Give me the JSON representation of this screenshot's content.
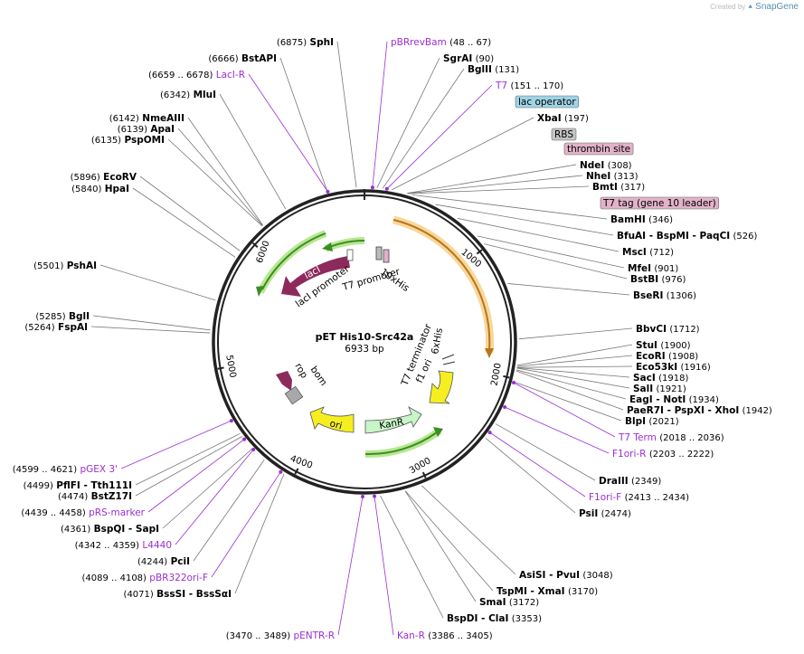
{
  "app": {
    "credit_prefix": "Created by",
    "credit_brand": "SnapGene",
    "credit_icon": "snapgene-logo-icon"
  },
  "plasmid": {
    "name": "pET His10-Src42a",
    "size_label": "6933 bp",
    "total_bp": 6933,
    "ticks": [
      "1000",
      "2000",
      "3000",
      "4000",
      "5000",
      "6000"
    ]
  },
  "colors": {
    "backbone": "#222222",
    "lacI": "#8d2a5c",
    "green_arrow": "#3c8c28",
    "green_glow": "#b8e890",
    "orange_arc": "#b8761c",
    "orange_glow": "#f8d79a",
    "yellow": "#f5ef1f",
    "kanR": "#c8f5c8",
    "rop": "#8d2a5c",
    "bom": "#a9a9a9",
    "primer": "#9a2fd0",
    "feature_box_blue": "#9fd4e6",
    "feature_box_gray": "#c4c4c4",
    "feature_box_pink": "#e2b3c8"
  },
  "features": {
    "lacI": "lacI",
    "lacI_promoter": "lacI promoter",
    "t7_promoter": "T7 promoter",
    "his10": "10xHis",
    "t7_terminator": "T7 terminator",
    "his6": "6xHis",
    "f1_ori": "f1 ori",
    "kanR": "KanR",
    "ori": "ori",
    "rop": "rop",
    "bom": "bom"
  },
  "labels": [
    {
      "pos": "(6875)",
      "name": "SphI",
      "kind": "enzyme"
    },
    {
      "pos": "(6666)",
      "name": "BstAPI",
      "kind": "enzyme"
    },
    {
      "pos": "(6659 .. 6678)",
      "name": "LacI-R",
      "kind": "primer"
    },
    {
      "pos": "(6342)",
      "name": "MluI",
      "kind": "enzyme"
    },
    {
      "pos": "(6142)",
      "name": "NmeAIII",
      "kind": "enzyme"
    },
    {
      "pos": "(6139)",
      "name": "ApaI",
      "kind": "enzyme"
    },
    {
      "pos": "(6135)",
      "name": "PspOMI",
      "kind": "enzyme"
    },
    {
      "pos": "(5896)",
      "name": "EcoRV",
      "kind": "enzyme"
    },
    {
      "pos": "(5840)",
      "name": "HpaI",
      "kind": "enzyme"
    },
    {
      "pos": "(5501)",
      "name": "PshAI",
      "kind": "enzyme"
    },
    {
      "pos": "(5285)",
      "name": "BglI",
      "kind": "enzyme"
    },
    {
      "pos": "(5264)",
      "name": "FspAI",
      "kind": "enzyme"
    },
    {
      "pos": "(4599 .. 4621)",
      "name": "pGEX 3'",
      "kind": "primer"
    },
    {
      "pos": "(4499)",
      "name": "PflFI",
      "extra": "- Tth111I",
      "kind": "enzyme"
    },
    {
      "pos": "(4474)",
      "name": "BstZ17I",
      "kind": "enzyme"
    },
    {
      "pos": "(4439 .. 4458)",
      "name": "pRS-marker",
      "kind": "primer"
    },
    {
      "pos": "(4361)",
      "name": "BspQI",
      "extra": "- SapI",
      "kind": "enzyme"
    },
    {
      "pos": "(4342 .. 4359)",
      "name": "L4440",
      "kind": "primer"
    },
    {
      "pos": "(4244)",
      "name": "PciI",
      "kind": "enzyme"
    },
    {
      "pos": "(4089 .. 4108)",
      "name": "pBR322ori-F",
      "kind": "primer"
    },
    {
      "pos": "(4071)",
      "name": "BssSI",
      "extra": "- BssSαI",
      "kind": "enzyme"
    },
    {
      "pos": "(3470 .. 3489)",
      "name": "pENTR-R",
      "kind": "primer"
    },
    {
      "pos": "(48 .. 67)",
      "name": "pBRrevBam",
      "kind": "primer"
    },
    {
      "pos": "(90)",
      "name": "SgrAI",
      "kind": "enzyme"
    },
    {
      "pos": "(131)",
      "name": "BglII",
      "kind": "enzyme"
    },
    {
      "pos": "(151 .. 170)",
      "name": "T7",
      "kind": "primer"
    },
    {
      "name": "lac operator",
      "kind": "box_blue"
    },
    {
      "pos": "(197)",
      "name": "XbaI",
      "kind": "enzyme"
    },
    {
      "name": "RBS",
      "kind": "box_gray"
    },
    {
      "name": "thrombin site",
      "kind": "box_pink"
    },
    {
      "pos": "(308)",
      "name": "NdeI",
      "kind": "enzyme"
    },
    {
      "pos": "(313)",
      "name": "NheI",
      "kind": "enzyme"
    },
    {
      "pos": "(317)",
      "name": "BmtI",
      "kind": "enzyme"
    },
    {
      "name": "T7 tag (gene 10 leader)",
      "kind": "box_pink"
    },
    {
      "pos": "(346)",
      "name": "BamHI",
      "kind": "enzyme"
    },
    {
      "pos": "(526)",
      "name": "BfuAI",
      "extra": "- BspMI - PaqCI",
      "kind": "enzyme"
    },
    {
      "pos": "(712)",
      "name": "MscI",
      "kind": "enzyme"
    },
    {
      "pos": "(901)",
      "name": "MfeI",
      "kind": "enzyme"
    },
    {
      "pos": "(976)",
      "name": "BstBI",
      "kind": "enzyme"
    },
    {
      "pos": "(1306)",
      "name": "BseRI",
      "kind": "enzyme"
    },
    {
      "pos": "(1712)",
      "name": "BbvCI",
      "kind": "enzyme"
    },
    {
      "pos": "(1900)",
      "name": "StuI",
      "kind": "enzyme"
    },
    {
      "pos": "(1908)",
      "name": "EcoRI",
      "kind": "enzyme"
    },
    {
      "pos": "(1916)",
      "name": "Eco53kI",
      "kind": "enzyme"
    },
    {
      "pos": "(1918)",
      "name": "SacI",
      "kind": "enzyme"
    },
    {
      "pos": "(1921)",
      "name": "SalI",
      "kind": "enzyme"
    },
    {
      "pos": "(1934)",
      "name": "EagI",
      "extra": "- NotI",
      "kind": "enzyme"
    },
    {
      "pos": "(1942)",
      "name": "PaeR7I",
      "extra": "- PspXI - XhoI",
      "kind": "enzyme"
    },
    {
      "pos": "(2021)",
      "name": "BlpI",
      "kind": "enzyme"
    },
    {
      "pos": "(2018 .. 2036)",
      "name": "T7 Term",
      "kind": "primer"
    },
    {
      "pos": "(2203 .. 2222)",
      "name": "F1ori-R",
      "kind": "primer"
    },
    {
      "pos": "(2349)",
      "name": "DraIII",
      "kind": "enzyme"
    },
    {
      "pos": "(2413 .. 2434)",
      "name": "F1ori-F",
      "kind": "primer"
    },
    {
      "pos": "(2474)",
      "name": "PsiI",
      "kind": "enzyme"
    },
    {
      "pos": "(3048)",
      "name": "AsiSI",
      "extra": "- PvuI",
      "kind": "enzyme"
    },
    {
      "pos": "(3170)",
      "name": "TspMI",
      "extra": "- XmaI",
      "kind": "enzyme"
    },
    {
      "pos": "(3172)",
      "name": "SmaI",
      "kind": "enzyme"
    },
    {
      "pos": "(3353)",
      "name": "BspDI",
      "extra": "- ClaI",
      "kind": "enzyme"
    },
    {
      "pos": "(3386 .. 3405)",
      "name": "Kan-R",
      "kind": "primer"
    }
  ]
}
